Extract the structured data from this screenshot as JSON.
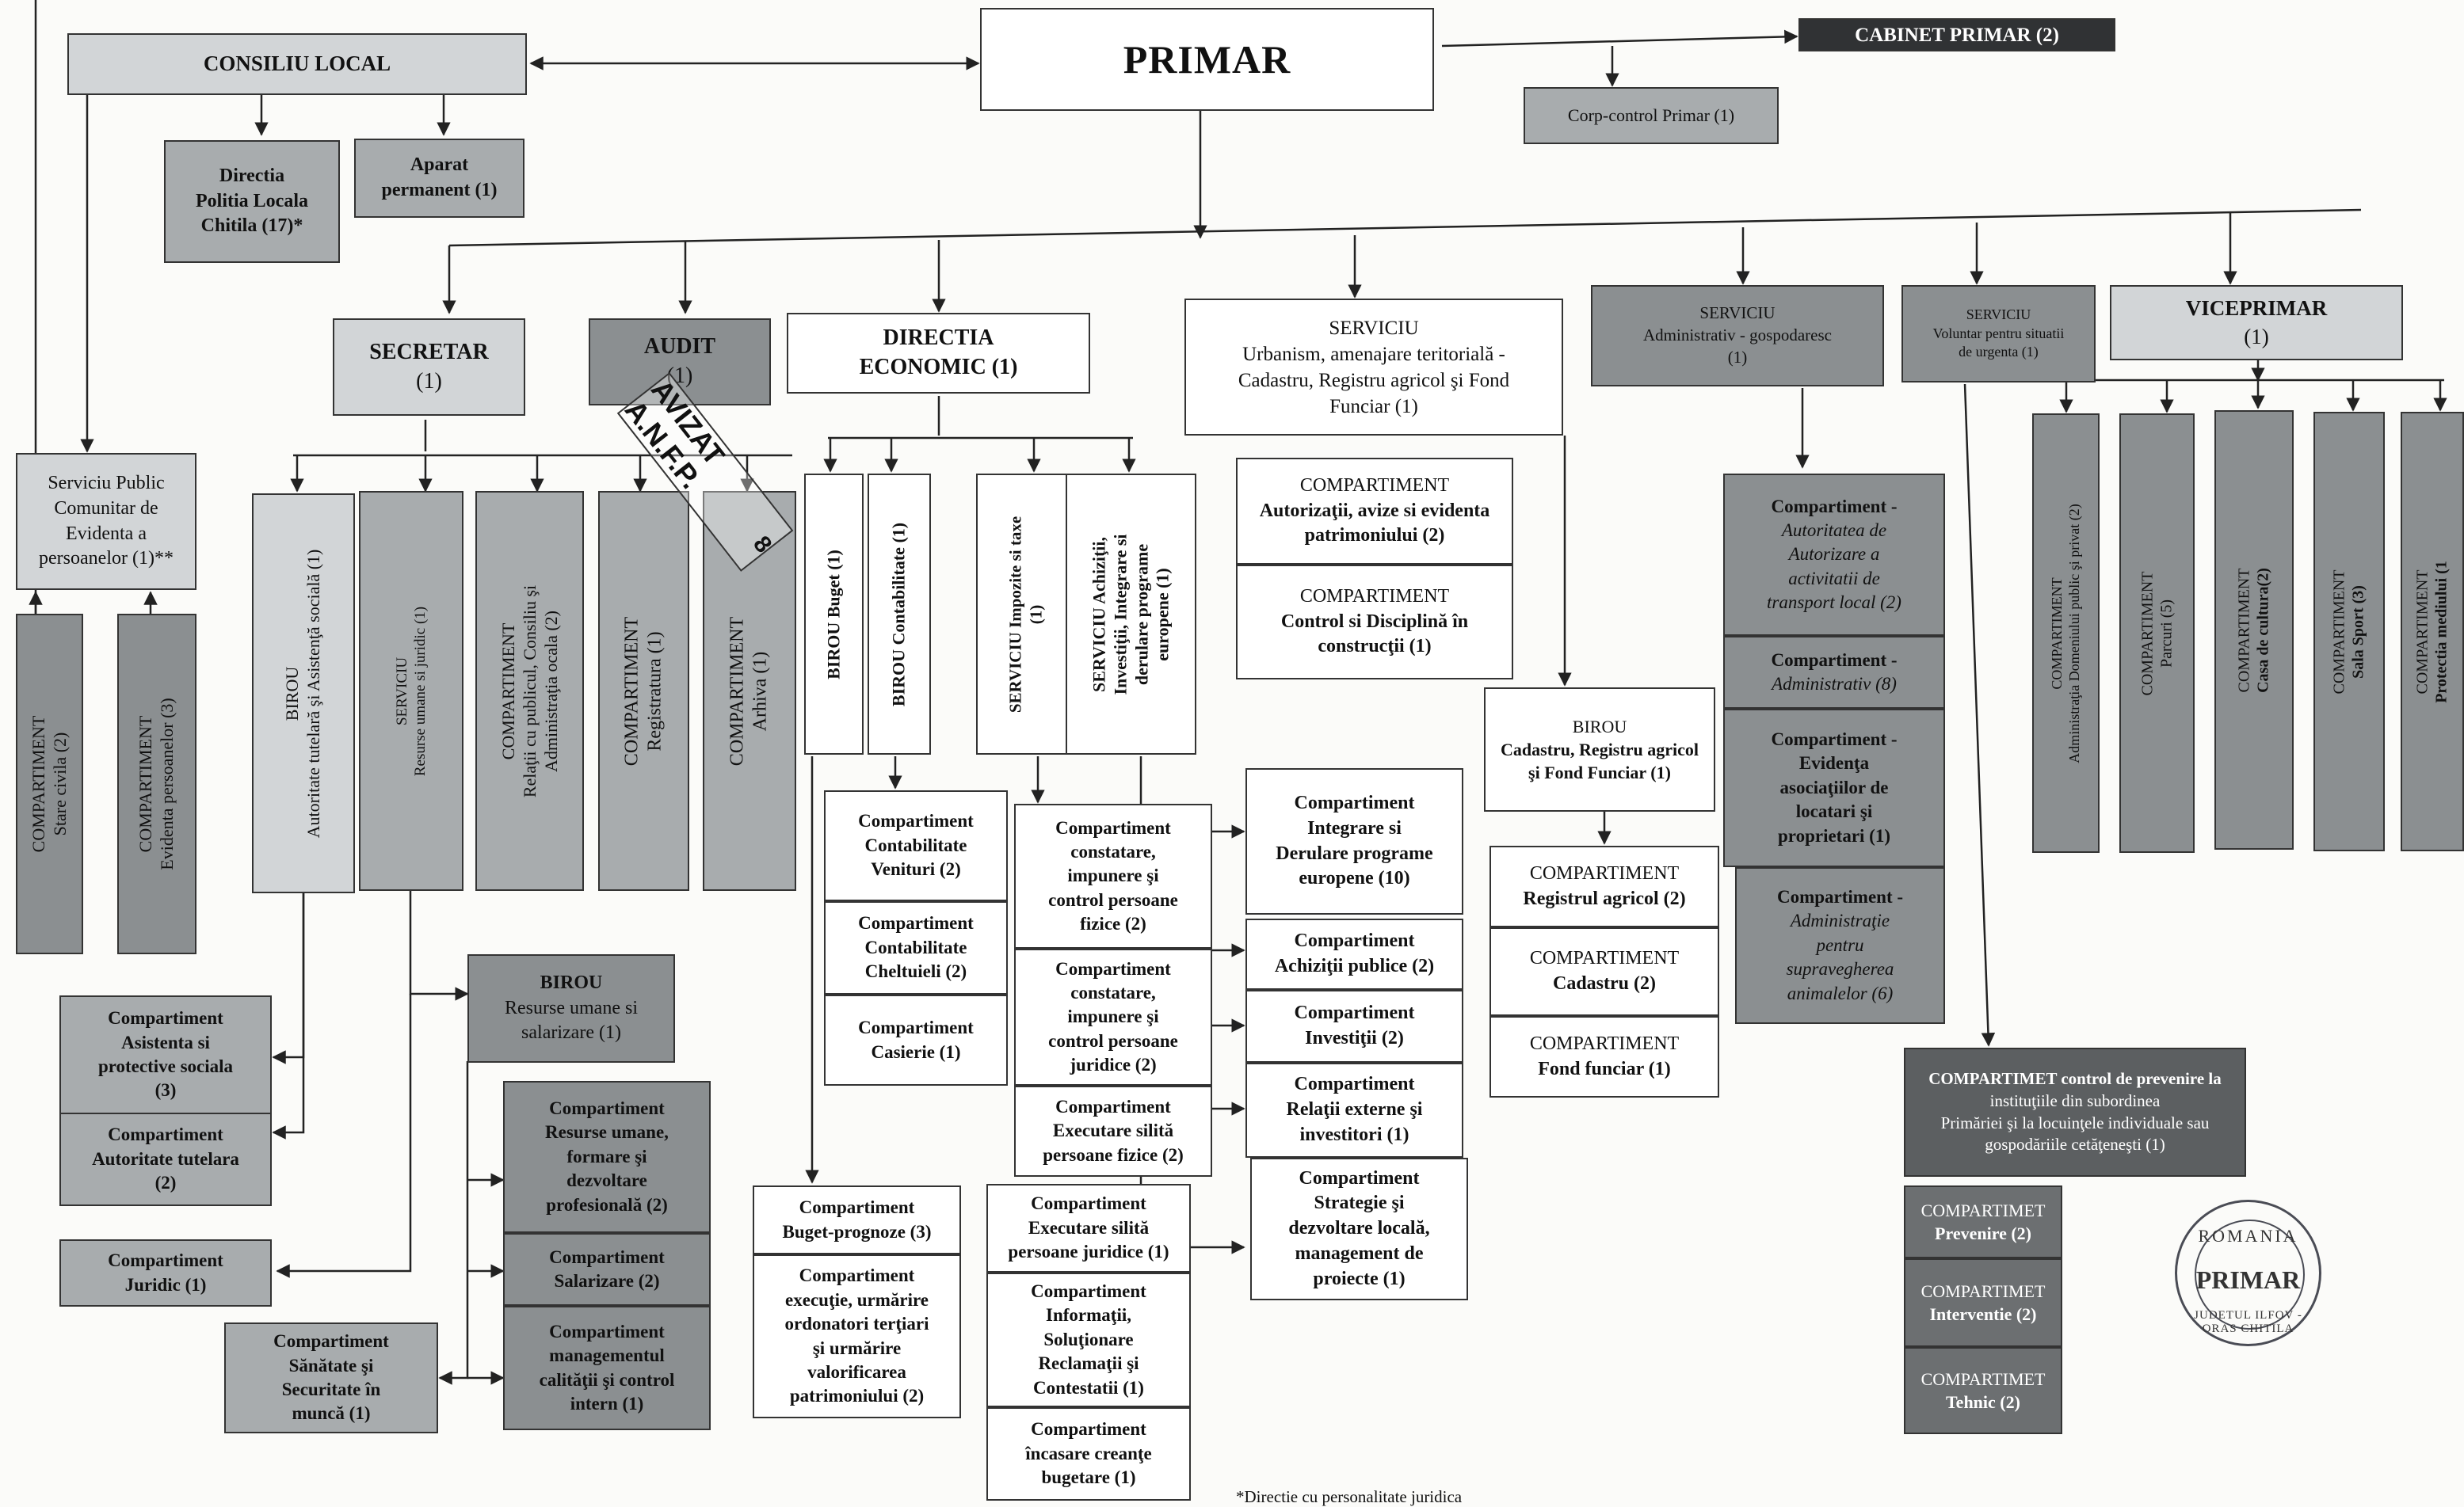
{
  "top": {
    "primar": "PRIMAR",
    "consiliu": "CONSILIU LOCAL",
    "cabinet": "CABINET  PRIMAR (2)",
    "corp_control": "Corp-control Primar (1)",
    "politia": [
      "Directia",
      "Politia Locala",
      "Chitila (17)*"
    ],
    "aparat": [
      "Aparat",
      "permanent (1)"
    ]
  },
  "level2": {
    "secretar": [
      "SECRETAR",
      "(1)"
    ],
    "audit": [
      "AUDIT",
      "(1)"
    ],
    "directia_ec": [
      "DIRECTIA",
      "ECONOMIC (1)"
    ],
    "urbanism": [
      "SERVICIU",
      "Urbanism, amenajare teritorială -",
      "Cadastru, Registru agricol şi Fond",
      "Funciar (1)"
    ],
    "administrativ": [
      "SERVICIU",
      "Administrativ - gospodaresc",
      "(1)"
    ],
    "voluntar": [
      "SERVICIU",
      "Voluntar pentru situatii",
      "de urgenta (1)"
    ],
    "viceprimar": [
      "VICEPRIMAR",
      "(1)"
    ]
  },
  "left": {
    "spclep": [
      "Serviciu Public",
      "Comunitar de",
      "Evidenta a",
      "persoanelor (1)**"
    ],
    "stare_civila": [
      "COMPARTIMENT",
      "Stare civila (2)"
    ],
    "evidenta": [
      "COMPARTIMENT",
      "Evidenta persoanelor (3)"
    ]
  },
  "secretar_children": {
    "birou_tutelara": [
      "BIROU",
      "Autoritate tutelară şi Asistenţă socială (1)"
    ],
    "serv_resurse": [
      "SERVICIU",
      "Resurse umane si juridic (1)"
    ],
    "relatii": [
      "COMPARTIMENT",
      "Relaţii cu publicul, Consiliu şi",
      "Administraţia ocala (2)"
    ],
    "registratura": [
      "COMPARTIMENT",
      "Registratura (1)"
    ],
    "arhiva": [
      "COMPARTIMENT",
      "Arhiva (1)"
    ],
    "asistenta": [
      "Compartiment",
      "Asistenta si",
      "protective sociala",
      "(3)"
    ],
    "tutelara": [
      "Compartiment",
      "Autoritate tutelara",
      "(2)"
    ],
    "juridic": [
      "Compartiment",
      "Juridic (1)"
    ],
    "sanatate": [
      "Compartiment",
      "Sănătate şi",
      "Securitate în",
      "muncă (1)"
    ],
    "birou_ru": [
      "BIROU",
      "Resurse umane si",
      "salarizare  (1)"
    ],
    "ru_formare": [
      "Compartiment",
      "Resurse umane,",
      "formare şi",
      "dezvoltare",
      "profesională (2)"
    ],
    "salarizare": [
      "Compartiment",
      "Salarizare (2)"
    ],
    "management": [
      "Compartiment",
      "managementul",
      "calităţii şi control",
      "intern (1)"
    ]
  },
  "economic_children": {
    "birou_buget": "BIROU Buget  (1)",
    "birou_contab": "BIROU Contabilitate  (1)",
    "serv_impozite": [
      "SERVICIU  Impozite si taxe",
      "(1)"
    ],
    "serv_achizitii": [
      "SERVICIU Achiziţii,",
      "Investiţii, Integrare si",
      "derulare programe",
      "europene (1)"
    ],
    "contab_venituri": [
      "Compartiment",
      "Contabilitate",
      "Venituri (2)"
    ],
    "contab_cheltuieli": [
      "Compartiment",
      "Contabilitate",
      "Cheltuieli (2)"
    ],
    "casierie": [
      "Compartiment",
      "Casierie (1)"
    ],
    "buget_prognoze": [
      "Compartiment",
      "Buget-prognoze (3)"
    ],
    "executie": [
      "Compartiment",
      "execuţie, urmărire",
      "ordonatori terţiari",
      "şi urmărire",
      "valorificarea",
      "patrimoniului (2)"
    ],
    "constatare_fizice": [
      "Compartiment",
      "constatare,",
      "impunere şi",
      "control persoane",
      "fizice (2)"
    ],
    "constatare_juridice": [
      "Compartiment",
      "constatare,",
      "impunere şi",
      "control persoane",
      "juridice (2)"
    ],
    "executare_fizice": [
      "Compartiment",
      "Executare silită",
      "persoane fizice (2)"
    ],
    "executare_juridice": [
      "Compartiment",
      "Executare silită",
      "persoane juridice (1)"
    ],
    "informatii": [
      "Compartiment",
      "Informaţii,",
      "Soluţionare",
      "Reclamaţii şi",
      "Contestatii (1)"
    ],
    "incasare": [
      "Compartiment",
      "încasare creanţe",
      "bugetare (1)"
    ],
    "integrare": [
      "Compartiment",
      "Integrare si",
      "Derulare  programe",
      "europene (10)"
    ],
    "achizitii": [
      "Compartiment",
      "Achiziţii publice (2)"
    ],
    "investitii": [
      "Compartiment",
      "Investiţii (2)"
    ],
    "relatii_externe": [
      "Compartiment",
      "Relaţii externe şi",
      "investitori (1)"
    ],
    "strategie": [
      "Compartiment",
      "Strategie şi",
      "dezvoltare locală,",
      "management de",
      "proiecte (1)"
    ]
  },
  "urbanism_children": {
    "autorizatii": [
      "COMPARTIMENT",
      "Autorizaţii, avize si evidenta",
      "patrimoniului (2)"
    ],
    "control_disciplina": [
      "COMPARTIMENT",
      "Control si Disciplină în",
      "construcţii (1)"
    ],
    "birou_cadastru": [
      "BIROU",
      "Cadastru, Registru agricol",
      "şi Fond Funciar  (1)"
    ],
    "registrul_agricol": [
      "COMPARTIMENT",
      "Registrul agricol (2)"
    ],
    "cadastru": [
      "COMPARTIMENT",
      "Cadastru (2)"
    ],
    "fond_funciar": [
      "COMPARTIMENT",
      "Fond funciar (1)"
    ]
  },
  "administrativ_children": {
    "transport": [
      "Compartiment -",
      "Autoritatea de",
      "Autorizare a",
      "activitatii de",
      "transport  local (2)"
    ],
    "admin": [
      "Compartiment -",
      "Administrativ (8)"
    ],
    "asociatii": [
      "Compartiment -",
      "Evidenţa",
      "asociaţiilor de",
      "locatari şi",
      "proprietari (1)"
    ],
    "animale": [
      "Compartiment -",
      "Administraţie",
      "pentru",
      "supravegherea",
      "animalelor (6)"
    ]
  },
  "voluntar_children": {
    "prevenire_main": [
      "COMPARTIMET control de prevenire la",
      "instituţiile din subordinea",
      "Primăriei şi la locuinţele individuale sau",
      "gospodăriile cetăţeneşti (1)"
    ],
    "prevenire": [
      "COMPARTIMET",
      "Prevenire (2)"
    ],
    "interventie": [
      "COMPARTIMET",
      "Interventie (2)"
    ],
    "tehnic": [
      "COMPARTIMET",
      "Tehnic (2)"
    ]
  },
  "viceprimar_children": [
    [
      "COMPARTIMENT",
      "Administraţia Domeniului public şi privat (2)"
    ],
    [
      "COMPARTIMENT",
      "Parcuri (5)"
    ],
    [
      "COMPARTIMENT",
      "Casa de cultura(2)"
    ],
    [
      "COMPARTIMENT",
      "Sala Sport (3)"
    ],
    [
      "COMPARTIMENT",
      "Protectia mediului (1"
    ]
  ],
  "stamp": {
    "line1": "ROMANIA",
    "line2": "PRIMAR",
    "line3": "JUDETUL ILFOV - ORAS CHITILA"
  },
  "avizat": "AVIZAT A.N.F.P.",
  "avizat_ref": "8",
  "footnote": "*Directie cu personalitate juridica"
}
